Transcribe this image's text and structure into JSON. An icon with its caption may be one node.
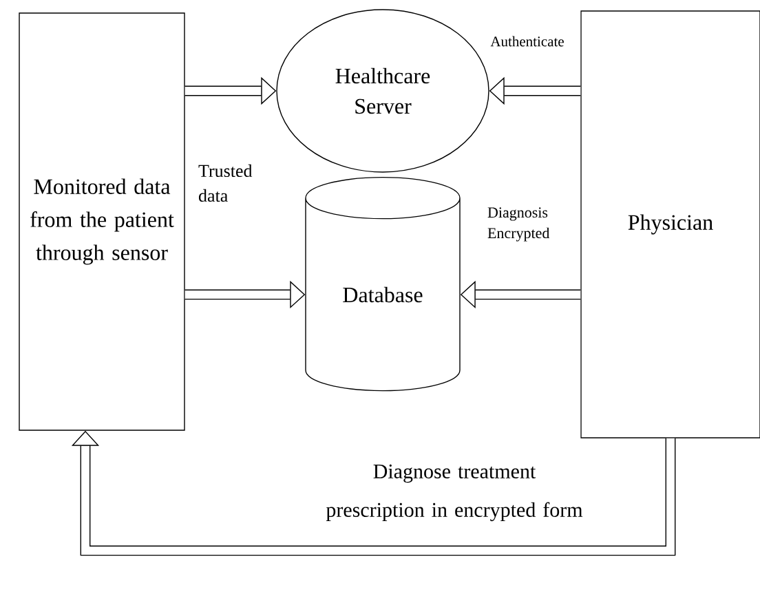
{
  "diagram": {
    "nodes": [
      {
        "text": [
          "Monitored data from the patient through sensor"
        ]
      },
      {
        "text": [
          "Healthcare Server"
        ]
      },
      {
        "text": [
          "Database"
        ]
      },
      {
        "text": [
          "Physician"
        ]
      }
    ],
    "edges": [
      {
        "from": 0,
        "to": 1,
        "arrow": "to",
        "label": "Trusted data"
      },
      {
        "from": 0,
        "to": 2,
        "arrow": "to"
      },
      {
        "from": 3,
        "to": 1,
        "arrow": "to",
        "label": "Authenticate"
      },
      {
        "from": 3,
        "to": 2,
        "arrow": "to",
        "label": "Diagnosis Encrypted"
      },
      {
        "from": 3,
        "to": 0,
        "arrow": "to",
        "label": "Diagnose treatment prescription in encrypted form"
      }
    ]
  }
}
